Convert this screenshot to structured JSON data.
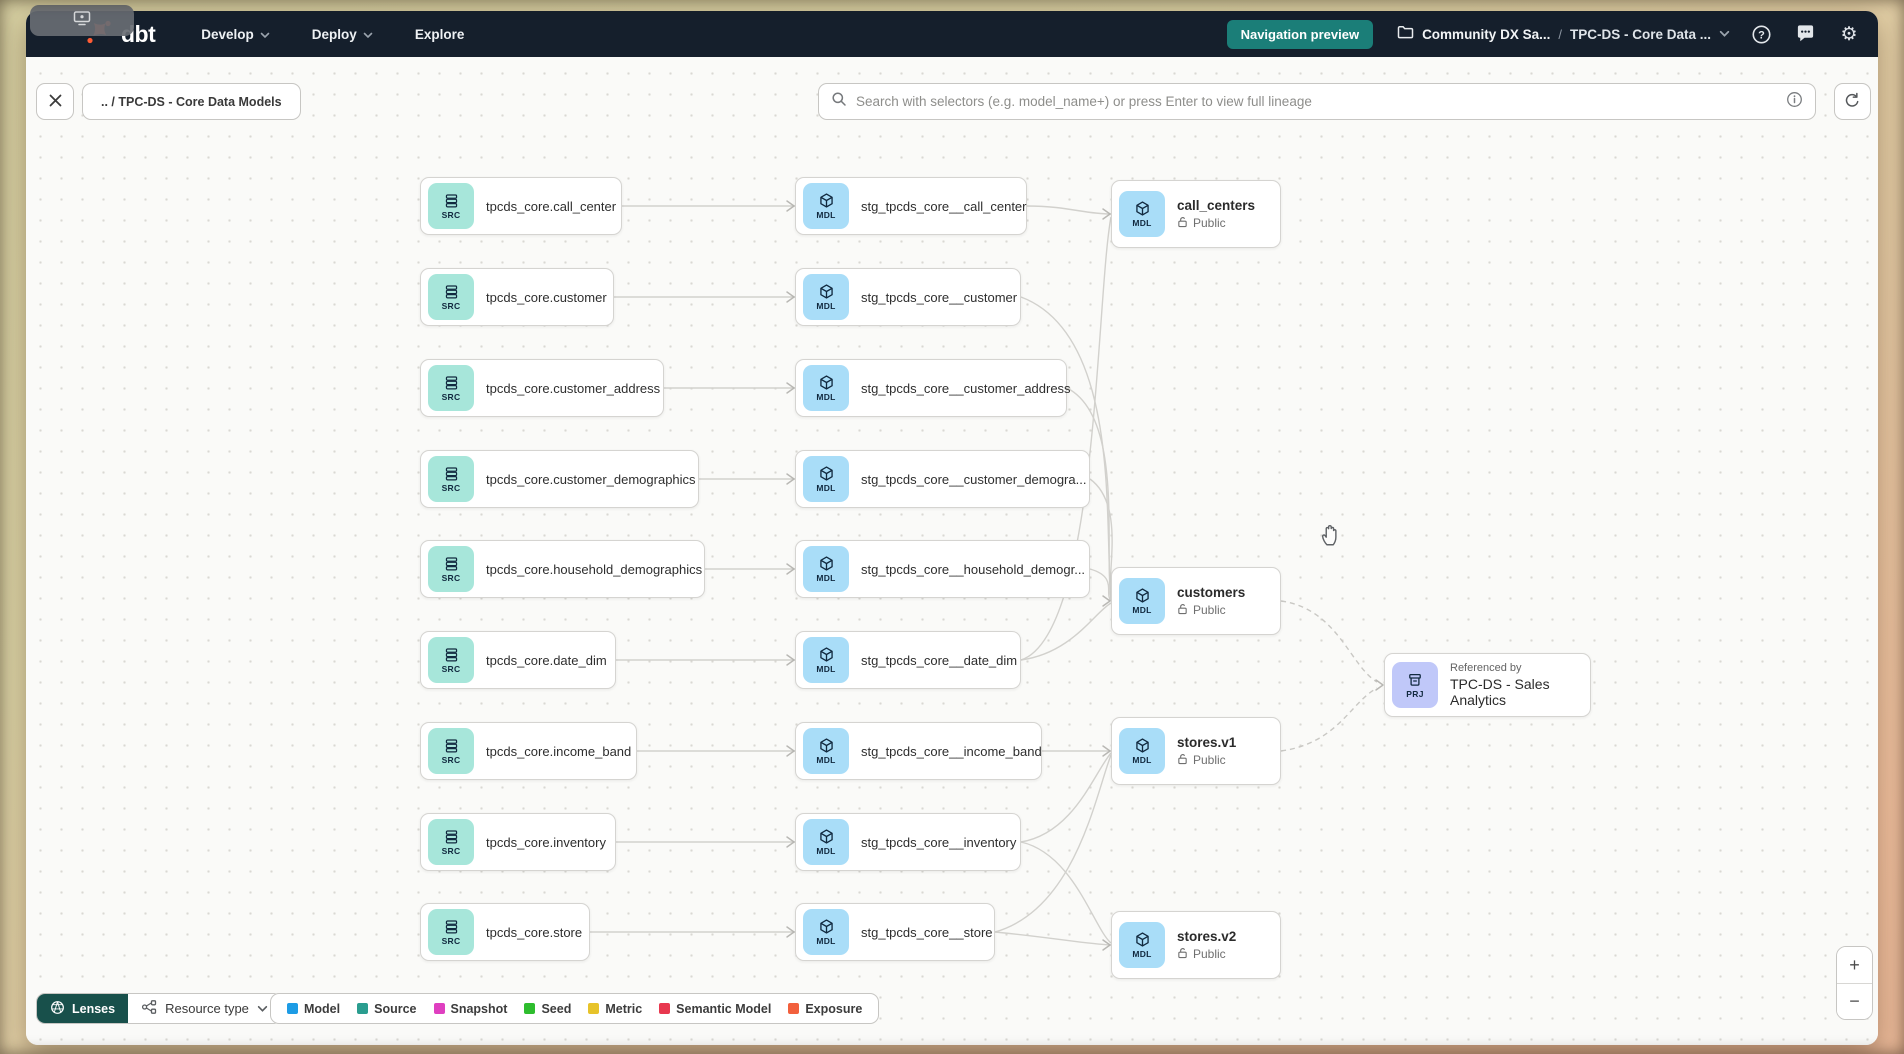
{
  "nav": {
    "logo_text": "dbt",
    "menus": [
      "Develop",
      "Deploy",
      "Explore"
    ],
    "preview_button": "Navigation preview",
    "breadcrumb": {
      "project": "Community DX Sa...",
      "separator": "/",
      "page": "TPC-DS - Core Data ..."
    },
    "icon_buttons": [
      "help-icon",
      "feedback-icon",
      "settings-icon"
    ]
  },
  "toolbar": {
    "chip_label": ".. / TPC-DS - Core Data Models",
    "search_placeholder": "Search with selectors (e.g. model_name+) or press Enter to view full lineage"
  },
  "graph": {
    "source_badge": "SRC",
    "model_badge": "MDL",
    "project_badge": "PRJ",
    "source_nodes": [
      "tpcds_core.call_center",
      "tpcds_core.customer",
      "tpcds_core.customer_address",
      "tpcds_core.customer_demographics",
      "tpcds_core.household_demographics",
      "tpcds_core.date_dim",
      "tpcds_core.income_band",
      "tpcds_core.inventory",
      "tpcds_core.store"
    ],
    "staging_nodes": [
      "stg_tpcds_core__call_center",
      "stg_tpcds_core__customer",
      "stg_tpcds_core__customer_address",
      "stg_tpcds_core__customer_demogra...",
      "stg_tpcds_core__household_demogr...",
      "stg_tpcds_core__date_dim",
      "stg_tpcds_core__income_band",
      "stg_tpcds_core__inventory",
      "stg_tpcds_core__store"
    ],
    "public_nodes": [
      {
        "label": "call_centers",
        "visibility": "Public"
      },
      {
        "label": "customers",
        "visibility": "Public"
      },
      {
        "label": "stores.v1",
        "visibility": "Public"
      },
      {
        "label": "stores.v2",
        "visibility": "Public"
      }
    ],
    "project_node": {
      "caption": "Referenced by",
      "label": "TPC-DS - Sales Analytics"
    }
  },
  "legend": {
    "lenses_label": "Lenses",
    "resource_type_label": "Resource type",
    "items": [
      {
        "label": "Model",
        "color": "#1d9ce5"
      },
      {
        "label": "Source",
        "color": "#2a9d8f"
      },
      {
        "label": "Snapshot",
        "color": "#df3fc0"
      },
      {
        "label": "Seed",
        "color": "#2ebd2e"
      },
      {
        "label": "Metric",
        "color": "#e7c32a"
      },
      {
        "label": "Semantic Model",
        "color": "#e8384f"
      },
      {
        "label": "Exposure",
        "color": "#f2603d"
      }
    ]
  },
  "zoom_controls": {
    "zoom_in": "+",
    "zoom_out": "−"
  },
  "colors": {
    "nav_bg": "#151f2c",
    "accent_teal": "#1b7e78",
    "lenses_teal": "#18504b",
    "logo_orange": "#ff5c35",
    "src_tile": "#a7e6da",
    "mdl_tile": "#a9ddf8",
    "prj_tile": "#c0c8f9",
    "edge_gray": "#d2d1cd"
  }
}
